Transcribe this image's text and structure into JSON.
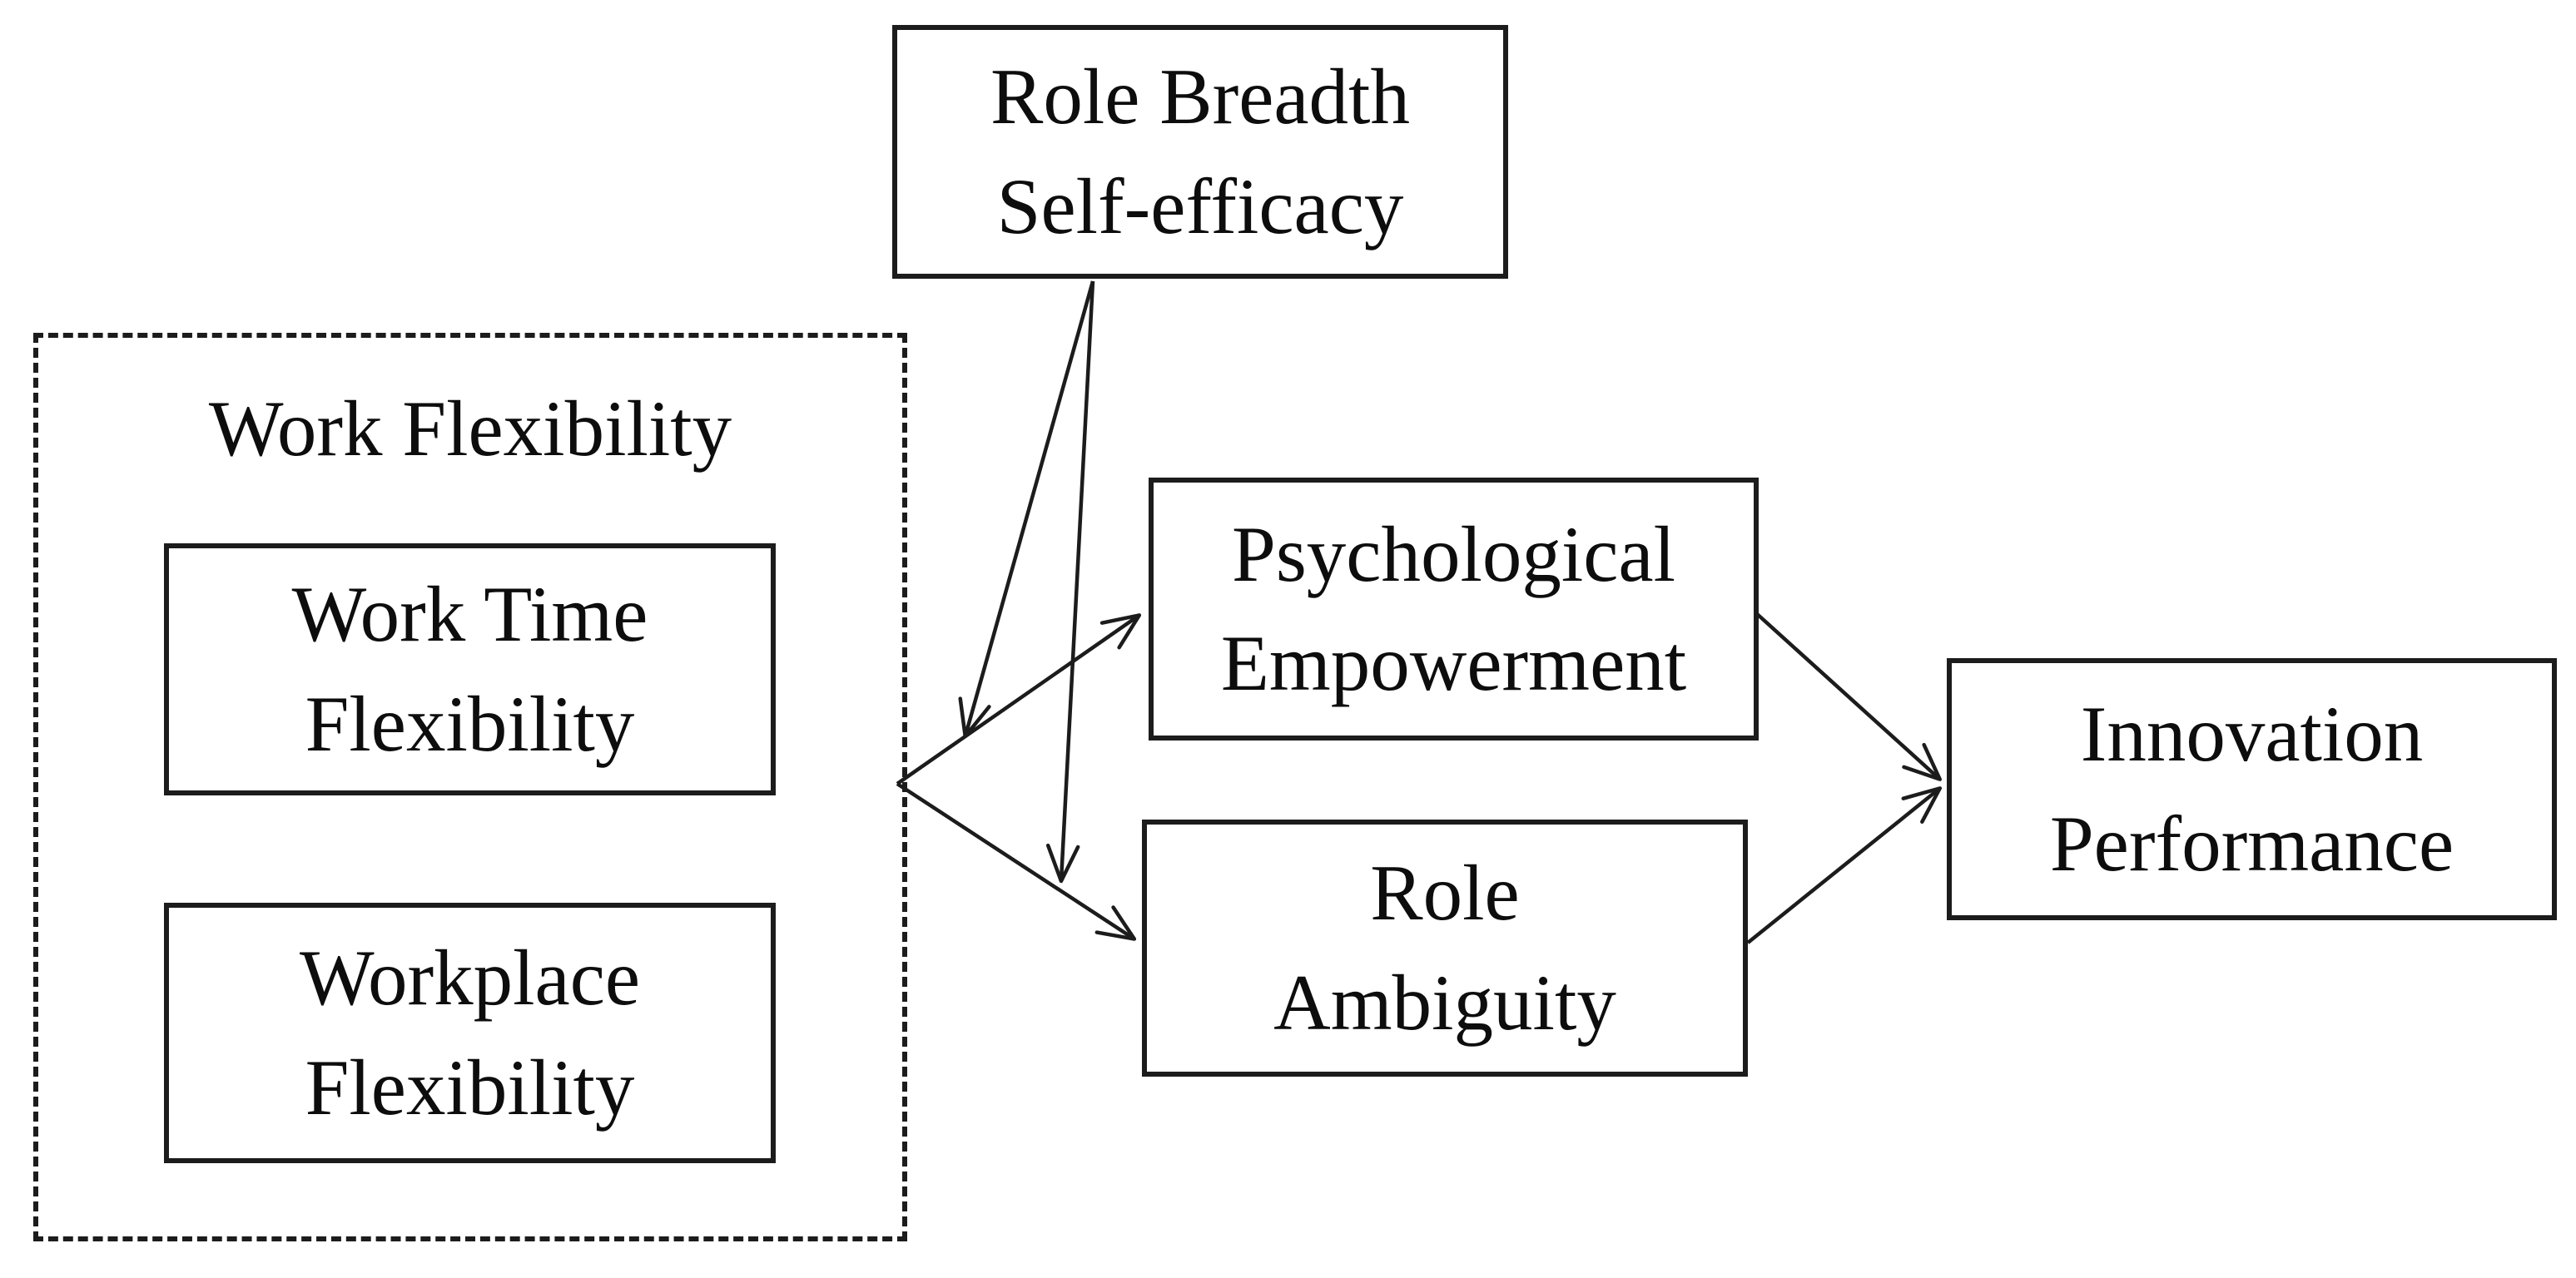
{
  "diagram": {
    "title": "Work flexibility research model",
    "background_color": "#ffffff",
    "line_color": "#1c1c1c",
    "text_color": "#0d0d0d",
    "nodes": {
      "role_breadth_self_efficacy": {
        "label": "Role Breadth\nSelf-efficacy",
        "shape": "rect-solid"
      },
      "work_flexibility": {
        "label": "Work Flexibility",
        "shape": "rect-dashed-group"
      },
      "work_time_flexibility": {
        "label": "Work Time\nFlexibility",
        "shape": "rect-solid"
      },
      "workplace_flexibility": {
        "label": "Workplace\nFlexibility",
        "shape": "rect-solid"
      },
      "psychological_empowerment": {
        "label": "Psychological\nEmpowerment",
        "shape": "rect-solid"
      },
      "role_ambiguity": {
        "label": "Role\nAmbiguity",
        "shape": "rect-solid"
      },
      "innovation_performance": {
        "label": "Innovation\nPerformance",
        "shape": "rect-solid"
      }
    },
    "edges": [
      {
        "id": "wf-to-pe",
        "from": "Work Flexibility",
        "to": "Psychological Empowerment",
        "style": "arrow"
      },
      {
        "id": "wf-to-ra",
        "from": "Work Flexibility",
        "to": "Role Ambiguity",
        "style": "arrow"
      },
      {
        "id": "rbse-moderates-wf-pe",
        "from": "Role Breadth Self-efficacy",
        "to": "path: Work Flexibility to Psychological Empowerment",
        "style": "arrow-onto-path"
      },
      {
        "id": "rbse-moderates-wf-ra",
        "from": "Role Breadth Self-efficacy",
        "to": "path: Work Flexibility to Role Ambiguity",
        "style": "arrow-onto-path"
      },
      {
        "id": "pe-to-ip",
        "from": "Psychological Empowerment",
        "to": "Innovation Performance",
        "style": "arrow"
      },
      {
        "id": "ra-to-ip",
        "from": "Role Ambiguity",
        "to": "Innovation Performance",
        "style": "arrow"
      }
    ]
  }
}
